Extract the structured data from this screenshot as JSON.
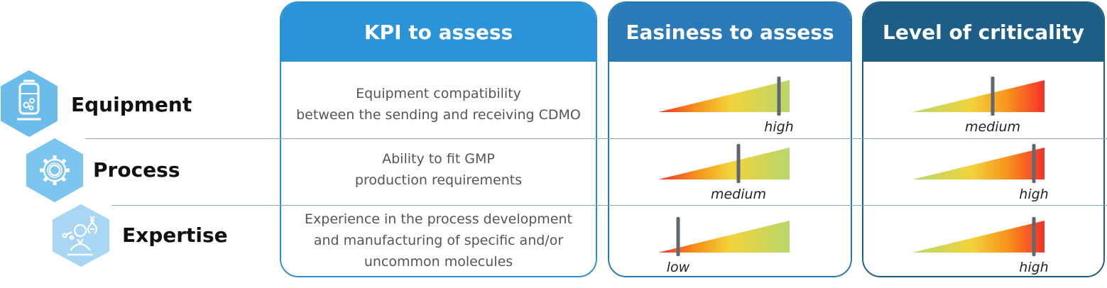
{
  "columns": {
    "kpi": "KPI to assess",
    "ease": "Easiness to assess",
    "crit": "Level of criticality"
  },
  "rows": [
    {
      "category": "Equipment",
      "icon": "bioreactor-icon",
      "kpi_lines": [
        "Equipment compatibility",
        "between the sending and receiving CDMO"
      ],
      "ease": {
        "label": "high",
        "level": 0.92,
        "direction": "low-to-high-good"
      },
      "crit": {
        "label": "medium",
        "level": 0.61,
        "direction": "low-to-high-bad"
      }
    },
    {
      "category": "Process",
      "icon": "gear-icon",
      "kpi_lines": [
        "Ability to fit GMP",
        "production requirements"
      ],
      "ease": {
        "label": "medium",
        "level": 0.61,
        "direction": "low-to-high-good"
      },
      "crit": {
        "label": "high",
        "level": 0.92,
        "direction": "low-to-high-bad"
      }
    },
    {
      "category": "Expertise",
      "icon": "scientist-dna-icon",
      "kpi_lines": [
        "Experience in the process development",
        "and manufacturing of specific and/or",
        "uncommon molecules"
      ],
      "ease": {
        "label": "low",
        "level": 0.15,
        "direction": "low-to-high-good"
      },
      "crit": {
        "label": "high",
        "level": 0.92,
        "direction": "low-to-high-bad"
      }
    }
  ],
  "colors": {
    "red": "#f5322a",
    "orange": "#f7941d",
    "yellow": "#f2d33b",
    "green": "#b9d76c",
    "marker": "#5f6870",
    "hex_light": "#a9d7f3",
    "hex_mid": "#6cbceb",
    "hex_dark": "#3fa5e3"
  }
}
